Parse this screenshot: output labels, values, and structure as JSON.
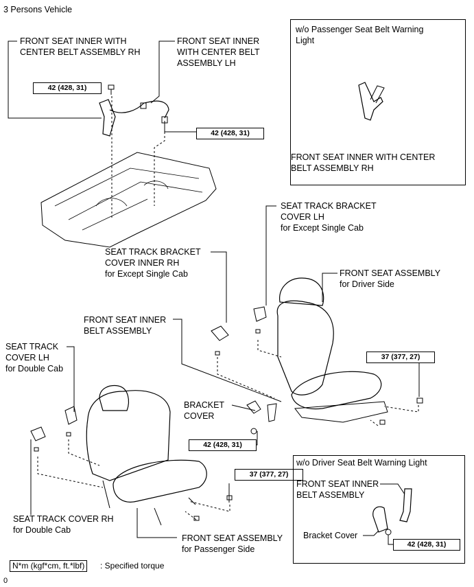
{
  "title": "3 Persons Vehicle",
  "labels": {
    "inner_rh": "FRONT SEAT INNER WITH\nCENTER BELT ASSEMBLY RH",
    "inner_lh": "FRONT SEAT INNER\nWITH CENTER BELT\nASSEMBLY LH",
    "bracket_cover_lh": "SEAT TRACK BRACKET\nCOVER LH\nfor Except Single Cab",
    "bracket_cover_inner_rh": "SEAT TRACK BRACKET\nCOVER INNER RH\nfor Except Single Cab",
    "front_seat_driver": "FRONT SEAT ASSEMBLY\nfor Driver Side",
    "front_seat_inner_belt": "FRONT SEAT INNER\nBELT ASSEMBLY",
    "seat_track_cover_lh": "SEAT TRACK\nCOVER LH\nfor Double Cab",
    "bracket_cover": "BRACKET\nCOVER",
    "seat_track_cover_rh": "SEAT TRACK COVER RH\nfor Double Cab",
    "front_seat_passenger": "FRONT SEAT ASSEMBLY\nfor Passenger Side"
  },
  "torques": {
    "t1": "42 (428, 31)",
    "t2": "42 (428, 31)",
    "t3": "37 (377, 27)",
    "t4": "42 (428, 31)",
    "t5": "37 (377, 27)",
    "t6": "42 (428, 31)"
  },
  "inset_top": {
    "title": "w/o Passenger Seat Belt Warning\nLight",
    "part": "FRONT SEAT INNER WITH CENTER\nBELT ASSEMBLY RH"
  },
  "inset_bottom": {
    "title": "w/o Driver Seat Belt Warning Light",
    "part": "FRONT SEAT INNER\nBELT ASSEMBLY",
    "bracket": "Bracket Cover"
  },
  "legend": {
    "unit": "N*m (kgf*cm, ft.*lbf)",
    "text": ": Specified torque"
  },
  "footer": "0"
}
